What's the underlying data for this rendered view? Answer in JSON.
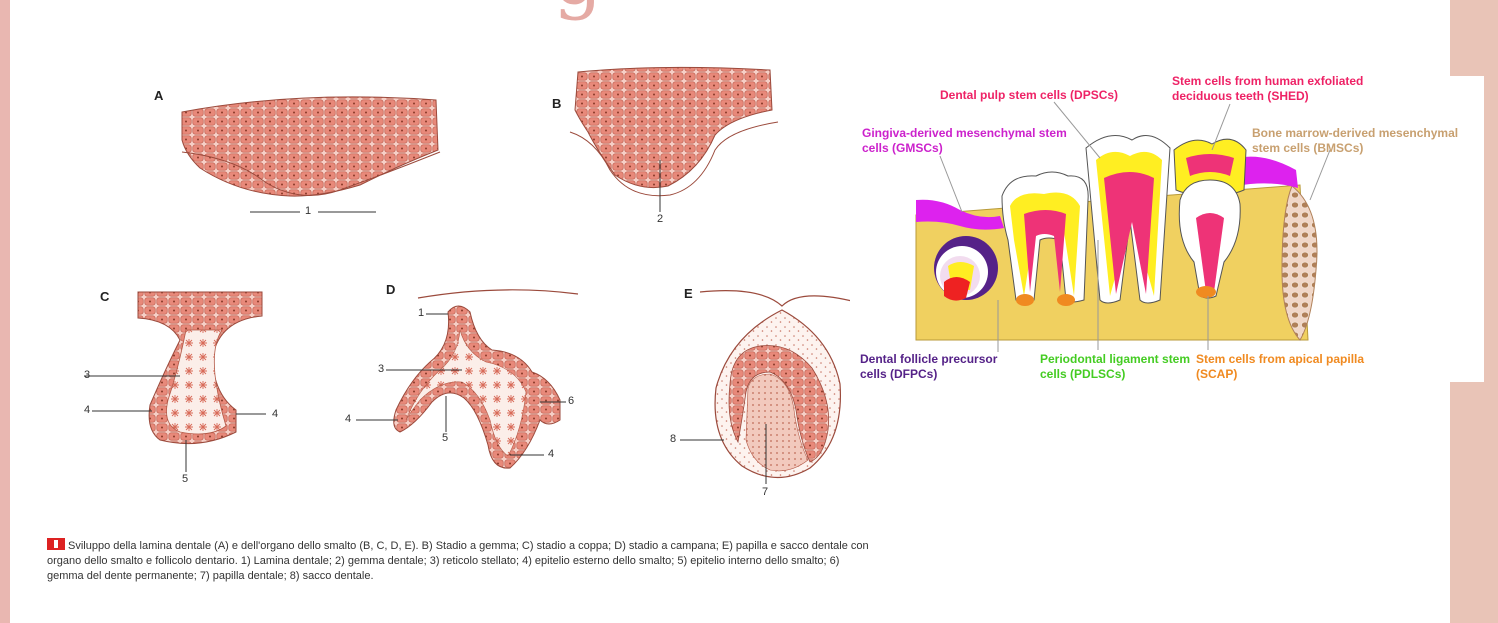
{
  "slide": {
    "title_glyph": "g"
  },
  "left_figure": {
    "panel_labels": [
      "A",
      "B",
      "C",
      "D",
      "E"
    ],
    "numbers": {
      "a1": "1",
      "b2": "2",
      "c3": "3",
      "c4l": "4",
      "c4r": "4",
      "c5": "5",
      "d1": "1",
      "d3": "3",
      "d4l": "4",
      "d5": "5",
      "d6": "6",
      "d4b": "4",
      "e8": "8",
      "e7": "7"
    },
    "caption": "Sviluppo della lamina dentale (A) e dell'organo dello smalto (B, C, D, E). B) Stadio a gemma; C) stadio a coppa; D) stadio a campana; E) papilla e sacco dentale con organo dello smalto e follicolo dentario. 1) Lamina dentale; 2) gemma dentale; 3) reticolo stellato; 4) epitelio esterno dello smalto; 5) epitelio interno dello smalto; 6) gemma del dente permanente; 7) papilla dentale; 8) sacco dentale."
  },
  "stem_cell_figure": {
    "labels": {
      "gmsc": "Gingiva-derived mesenchymal stem cells (GMSCs)",
      "dpsc": "Dental pulp stem cells (DPSCs)",
      "shed": "Stem cells from human exfoliated deciduous teeth (SHED)",
      "bmsc": "Bone marrow-derived mesenchymal stem cells (BMSCs)",
      "dfpc": "Dental follicle precursor cells (DFPCs)",
      "pdlsc": "Periodontal ligament stem cells (PDLSCs)",
      "scap": "Stem cells from apical papilla (SCAP)"
    },
    "colors": {
      "gmsc": "#cc22cc",
      "dpsc": "#ee2266",
      "shed": "#ee2266",
      "bmsc": "#c8a070",
      "dfpc": "#552288",
      "pdlsc": "#44cc22",
      "scap": "#f08a20",
      "bone": "#f0d060",
      "gingiva": "#dd22ee",
      "pulp": "#ee3377",
      "dentin": "#ffee22"
    }
  }
}
